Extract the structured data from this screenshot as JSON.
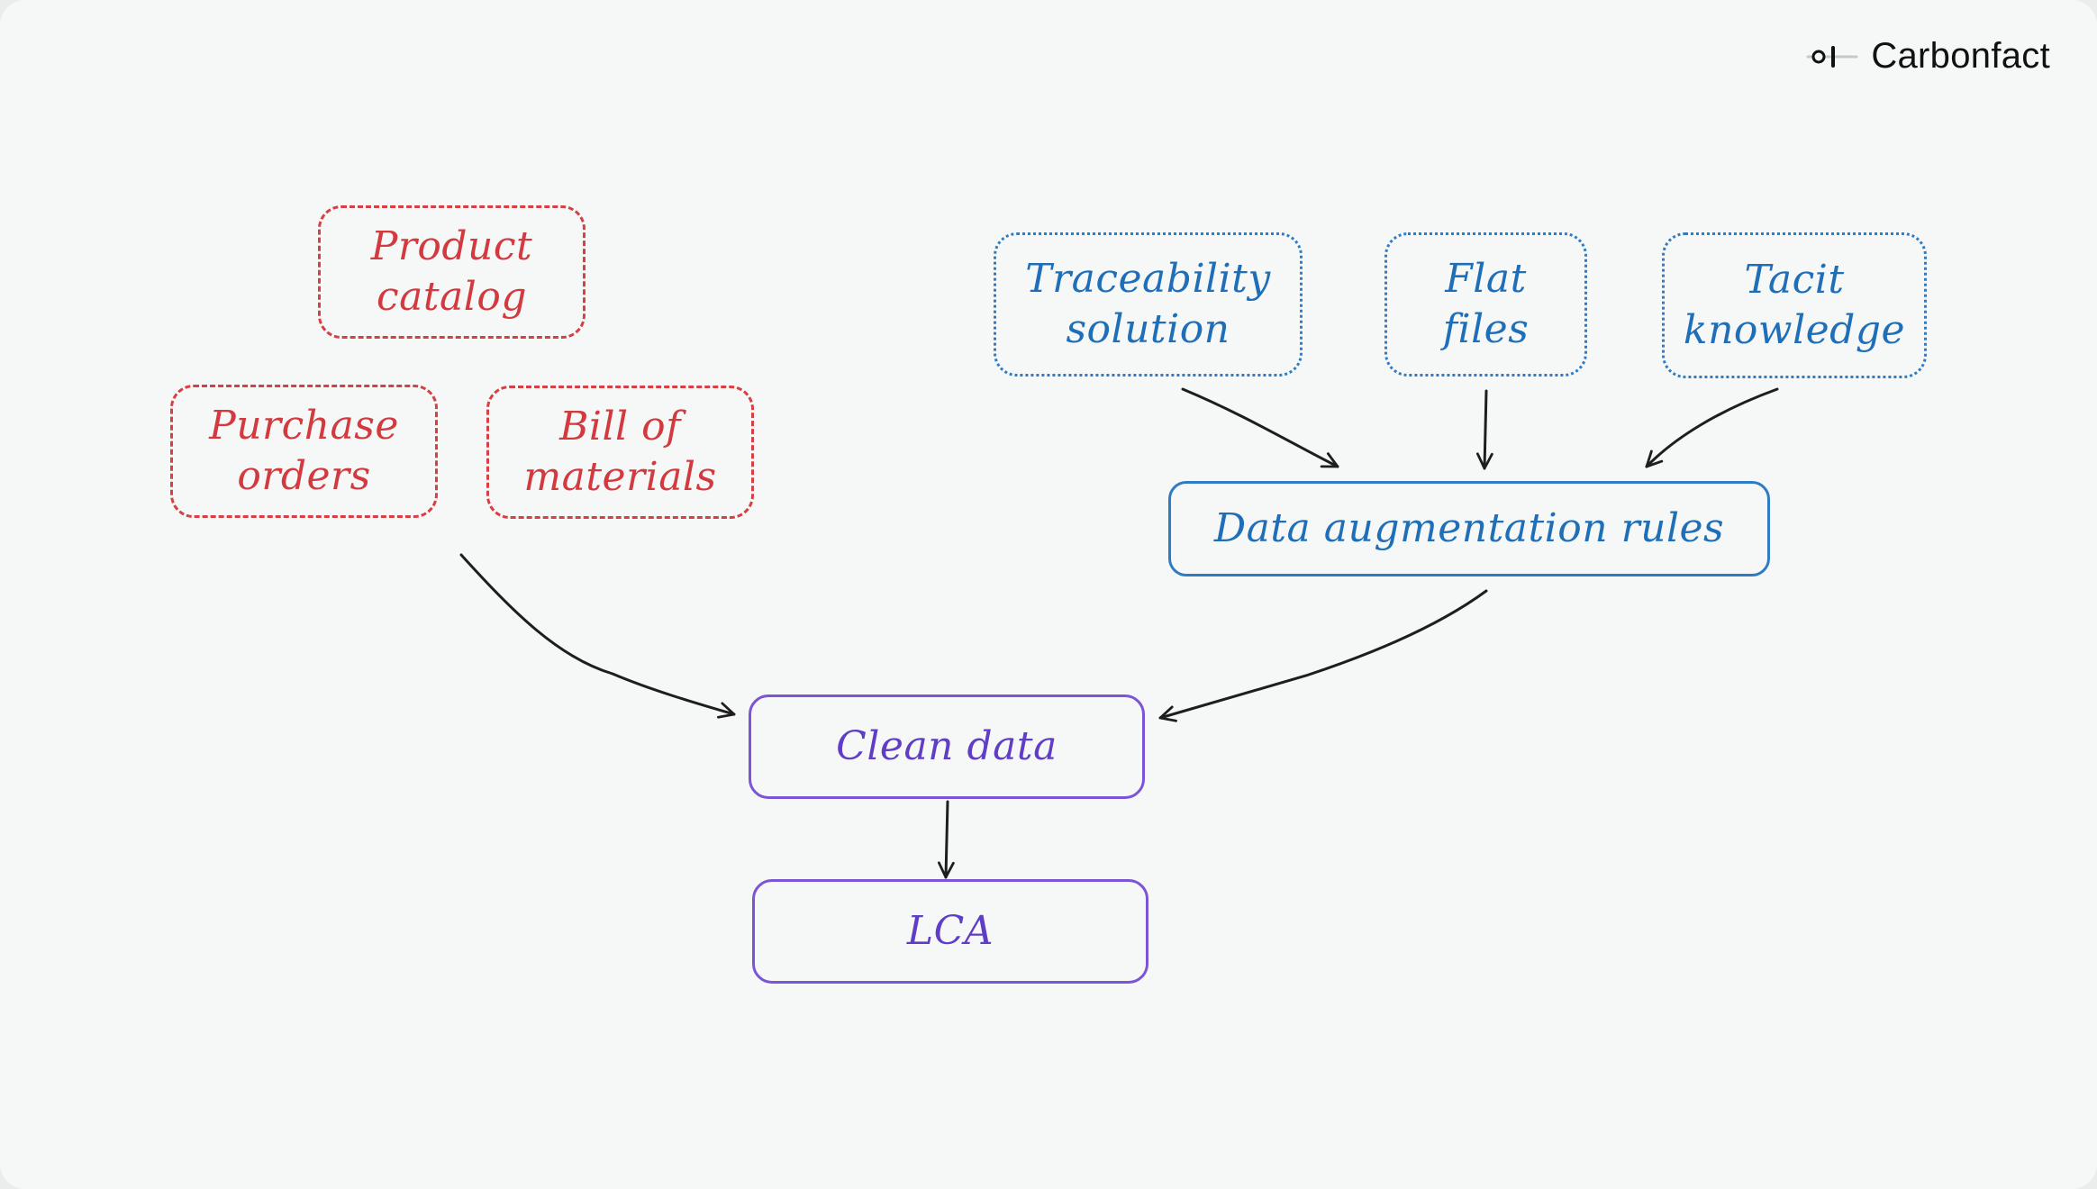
{
  "brand": {
    "name": "Carbonfact"
  },
  "nodes": {
    "product_catalog": [
      "Product",
      "catalog"
    ],
    "purchase_orders": [
      "Purchase",
      "orders"
    ],
    "bill_of_materials": [
      "Bill of",
      "materials"
    ],
    "traceability_solution": [
      "Traceability",
      "solution"
    ],
    "flat_files": [
      "Flat",
      "files"
    ],
    "tacit_knowledge": [
      "Tacit",
      "knowledge"
    ],
    "data_augmentation_rules": "Data augmentation rules",
    "clean_data": "Clean data",
    "lca": "LCA"
  },
  "colors": {
    "raw_sources": "#d64045",
    "augmentation_sources": "#2f7cc4",
    "outputs": "#7b55d6",
    "arrows": "#1e1e1e"
  }
}
